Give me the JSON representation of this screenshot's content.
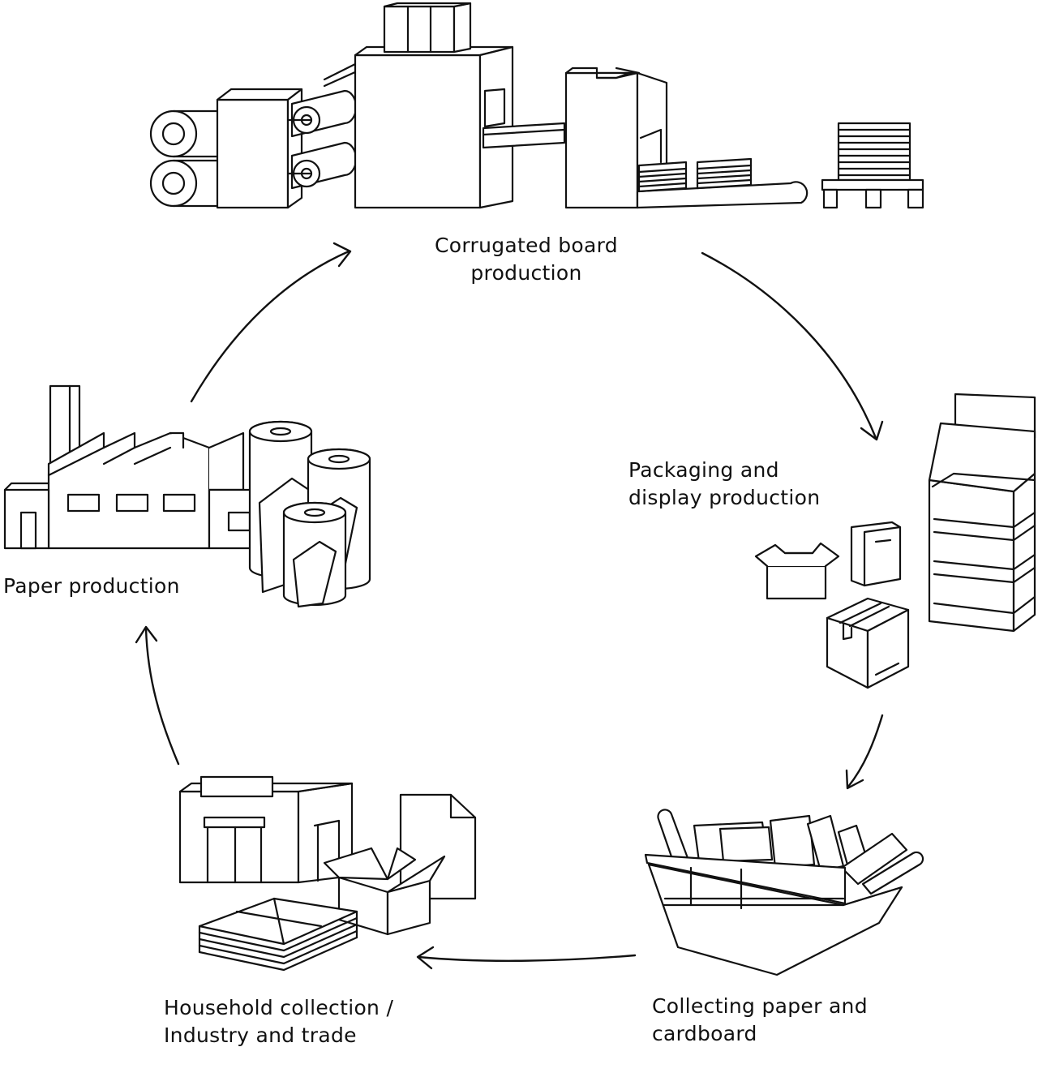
{
  "stages": {
    "corrugated": {
      "line1": "Corrugated board",
      "line2": "production"
    },
    "packaging": {
      "line1": "Packaging and",
      "line2": "display production"
    },
    "collecting": {
      "line1": "Collecting paper and",
      "line2": "cardboard"
    },
    "household": {
      "line1": "Household collection /",
      "line2": "Industry and trade"
    },
    "paper": {
      "line1": "Paper production"
    }
  }
}
